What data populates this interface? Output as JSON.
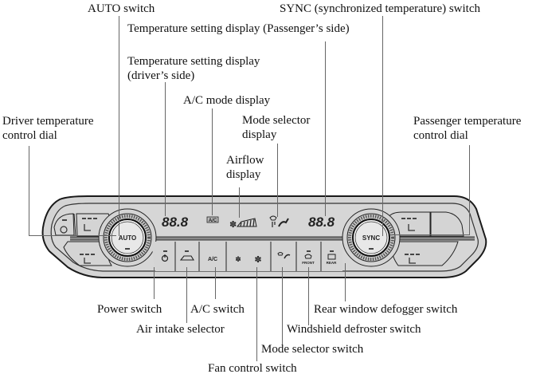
{
  "labels": {
    "auto_switch": "AUTO switch",
    "sync_switch": "SYNC (synchronized temperature) switch",
    "temp_display_passenger": "Temperature setting display (Passenger’s side)",
    "temp_display_driver_1": "Temperature setting display",
    "temp_display_driver_2": "(driver’s side)",
    "ac_mode_display": "A/C mode display",
    "mode_selector_display_1": "Mode selector",
    "mode_selector_display_2": "display",
    "driver_dial_1": "Driver temperature",
    "driver_dial_2": "control dial",
    "passenger_dial_1": "Passenger temperature",
    "passenger_dial_2": "control dial",
    "airflow_display_1": "Airflow",
    "airflow_display_2": "display",
    "power_switch": "Power switch",
    "ac_switch": "A/C switch",
    "air_intake_selector": "Air intake selector",
    "rear_defogger_switch": "Rear window defogger switch",
    "windshield_defroster_switch": "Windshield defroster switch",
    "mode_selector_switch": "Mode selector switch",
    "fan_control_switch": "Fan control switch"
  },
  "panel": {
    "auto_text": "AUTO",
    "sync_text": "SYNC",
    "driver_temp": "88.8",
    "passenger_temp": "88.8",
    "ac_badge": "A/C",
    "ac_button": "A/C",
    "front_text": "FRONT",
    "rear_text": "REAR"
  },
  "colors": {
    "panel_fill": "#d4d4d4",
    "panel_outline": "#1a1a1a",
    "leader": "#666666"
  }
}
